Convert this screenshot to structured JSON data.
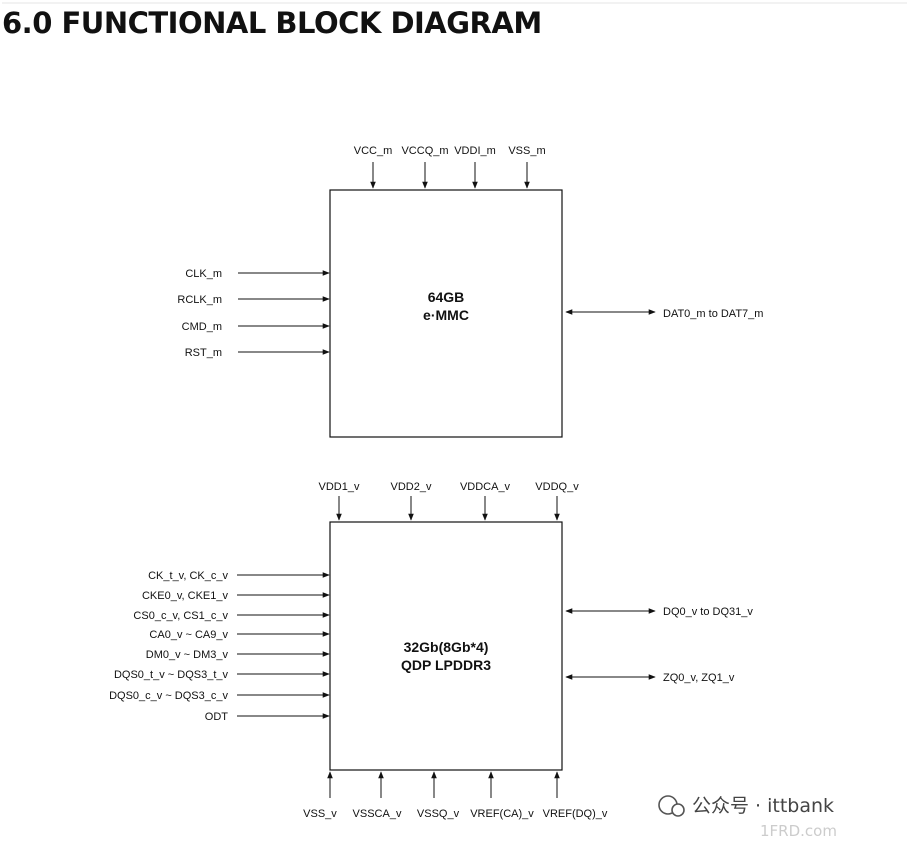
{
  "title": "6.0 FUNCTIONAL BLOCK DIAGRAM",
  "emmc": {
    "name_line1": "64GB",
    "name_line2": "e·MMC",
    "top_pins": [
      "VCC_m",
      "VCCQ_m",
      "VDDI_m",
      "VSS_m"
    ],
    "left_pins": [
      "CLK_m",
      "RCLK_m",
      "CMD_m",
      "RST_m"
    ],
    "right_pins": [
      "DAT0_m to DAT7_m"
    ]
  },
  "lpddr": {
    "name_line1": "32Gb(8Gb*4)",
    "name_line2": "QDP LPDDR3",
    "top_pins": [
      "VDD1_v",
      "VDD2_v",
      "VDDCA_v",
      "VDDQ_v"
    ],
    "left_pins": [
      "CK_t_v, CK_c_v",
      "CKE0_v, CKE1_v",
      "CS0_c_v, CS1_c_v",
      "CA0_v ~ CA9_v",
      "DM0_v ~ DM3_v",
      "DQS0_t_v ~ DQS3_t_v",
      "DQS0_c_v ~ DQS3_c_v",
      "ODT"
    ],
    "right_pins": [
      "DQ0_v to DQ31_v",
      "ZQ0_v, ZQ1_v"
    ],
    "bottom_pins": [
      "VSS_v",
      "VSSCA_v",
      "VSSQ_v",
      "VREF(CA)_v",
      "VREF(DQ)_v"
    ]
  },
  "watermark": {
    "text": "公众号 · ittbank",
    "faint": "1FRD.com"
  }
}
